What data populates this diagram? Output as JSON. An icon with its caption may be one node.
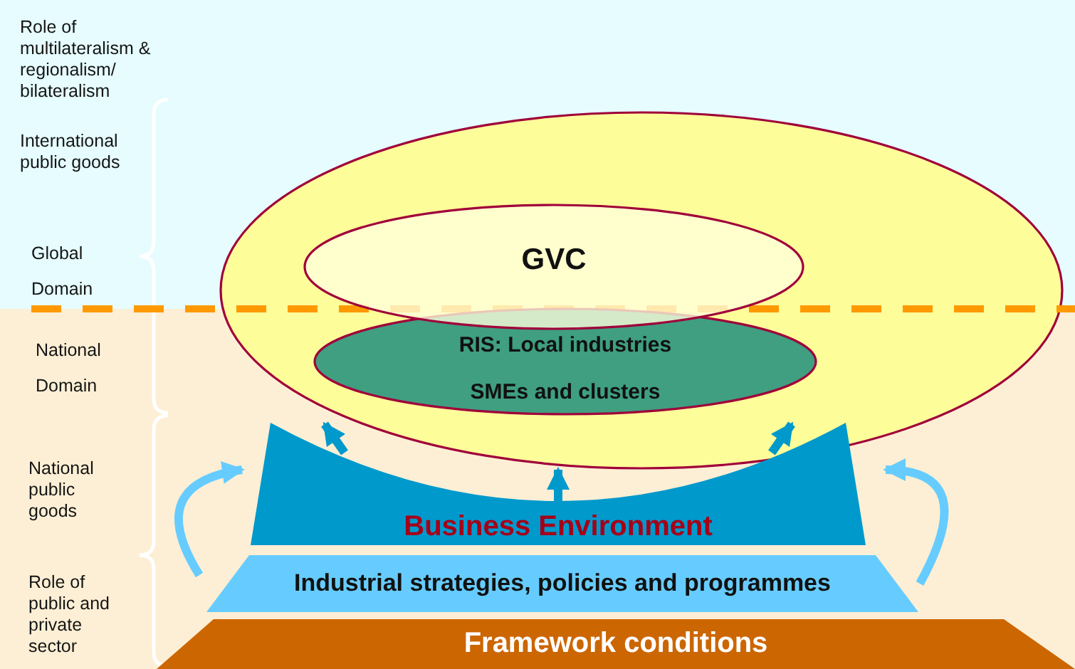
{
  "diagram": {
    "nodes": [
      {
        "text": [],
        "shape": "ellipse"
      },
      {
        "text": [
          "GVC"
        ],
        "in": 0
      },
      {
        "text": [
          "RIS: Local industries",
          "SMEs and clusters"
        ],
        "in": 0
      },
      {
        "text": [
          "Business Environment"
        ]
      },
      {
        "text": [
          "Industrial strategies, policies and programmes"
        ]
      },
      {
        "text": [
          "Framework conditions"
        ]
      }
    ],
    "edges": [
      {
        "from": 3,
        "to": 0,
        "arrow": "to"
      },
      {
        "from": 3,
        "to": 0,
        "arrow": "to"
      },
      {
        "from": 3,
        "to": 0,
        "arrow": "to"
      },
      {
        "from": 4,
        "to": 3,
        "arrow": "to",
        "color": "#66ccff"
      },
      {
        "from": 4,
        "to": 3,
        "arrow": "to",
        "color": "#66ccff"
      }
    ],
    "labels": [
      "Role of multilateralism & regionalism/ bilateralism",
      "International public goods",
      "Global Domain",
      "National Domain",
      "National public goods",
      "Role of public and private sector"
    ]
  }
}
